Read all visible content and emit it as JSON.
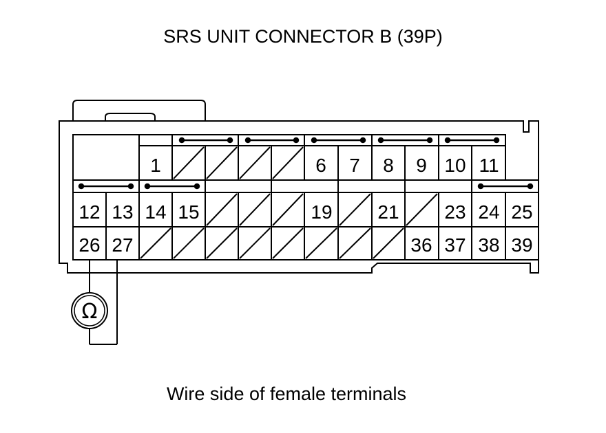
{
  "title": "SRS UNIT CONNECTOR B (39P)",
  "caption": "Wire side of female terminals",
  "meter_symbol": "ohmmeter-icon",
  "meter_glyph": "Ω",
  "connector": {
    "row1": [
      "",
      "1",
      "",
      "",
      "",
      "",
      "6",
      "7",
      "8",
      "9",
      "10",
      "11"
    ],
    "row2": [
      "12",
      "13",
      "14",
      "15",
      "",
      "",
      "",
      "19",
      "",
      "21",
      "",
      "23",
      "24",
      "25"
    ],
    "row3": [
      "26",
      "27",
      "",
      "",
      "",
      "",
      "",
      "",
      "",
      "",
      "36",
      "37",
      "38",
      "39"
    ],
    "probe_terminals": [
      "26",
      "27"
    ]
  }
}
